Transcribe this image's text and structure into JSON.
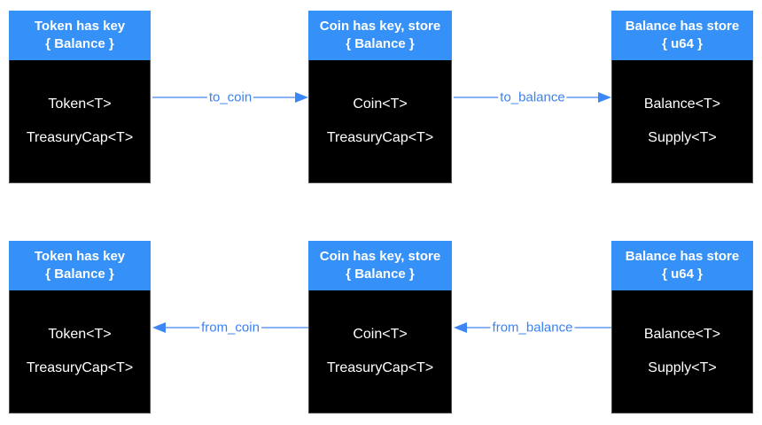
{
  "colors": {
    "header_blue": "#3590F7",
    "body_black": "#000000",
    "arrow_line_blue": "#8AB2F4",
    "arrow_head_blue": "#3C87F5",
    "label_blue": "#3B82F0",
    "text_white": "#FFFFFF"
  },
  "rows": [
    {
      "boxes": [
        {
          "header_line1": "Token has key",
          "header_line2": "{ Balance }",
          "items": [
            "Token<T>",
            "TreasuryCap<T>"
          ]
        },
        {
          "header_line1": "Coin has key, store",
          "header_line2": "{ Balance }",
          "items": [
            "Coin<T>",
            "TreasuryCap<T>"
          ]
        },
        {
          "header_line1": "Balance has store",
          "header_line2": "{ u64 }",
          "items": [
            "Balance<T>",
            "Supply<T>"
          ]
        }
      ],
      "arrows": [
        {
          "label": "to_coin",
          "direction": "right"
        },
        {
          "label": "to_balance",
          "direction": "right"
        }
      ]
    },
    {
      "boxes": [
        {
          "header_line1": "Token has key",
          "header_line2": "{ Balance }",
          "items": [
            "Token<T>",
            "TreasuryCap<T>"
          ]
        },
        {
          "header_line1": "Coin has key, store",
          "header_line2": "{ Balance }",
          "items": [
            "Coin<T>",
            "TreasuryCap<T>"
          ]
        },
        {
          "header_line1": "Balance has store",
          "header_line2": "{ u64 }",
          "items": [
            "Balance<T>",
            "Supply<T>"
          ]
        }
      ],
      "arrows": [
        {
          "label": "from_coin",
          "direction": "left"
        },
        {
          "label": "from_balance",
          "direction": "left"
        }
      ]
    }
  ]
}
